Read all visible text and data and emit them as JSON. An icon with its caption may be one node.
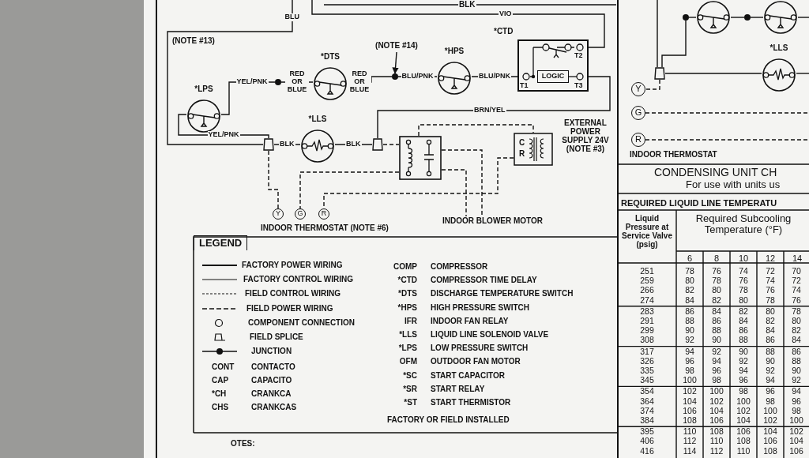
{
  "diagram": {
    "nodes": [
      {
        "text": [
          "*LPS"
        ]
      },
      {
        "text": [],
        "shape": "circle"
      },
      {
        "text": [
          "*DTS"
        ]
      },
      {
        "text": [
          "(NOTE #14)"
        ]
      },
      {
        "text": [],
        "shape": "circle"
      },
      {
        "text": [
          "*HPS"
        ]
      },
      {
        "text": [
          "*CTD"
        ]
      },
      {
        "text": [
          "LOGIC"
        ],
        "in": 6
      },
      {
        "text": [],
        "shape": "trapezoid"
      },
      {
        "text": [
          "*LLS"
        ]
      },
      {
        "text": [],
        "shape": "trapezoid"
      },
      {
        "text": [],
        "shape": "box"
      },
      {
        "text": [
          "C",
          "R"
        ],
        "beside": [
          "EXTERNAL POWER SUPPLY 24V (NOTE #3)"
        ]
      },
      {
        "text": [
          "Y"
        ]
      },
      {
        "text": [
          "G"
        ]
      },
      {
        "text": [
          "R"
        ]
      },
      {
        "text": [
          "INDOOR BLOWER MOTOR"
        ]
      },
      {
        "text": [],
        "shape": "circle"
      },
      {
        "text": [],
        "shape": "circle"
      },
      {
        "text": [],
        "shape": "circle"
      },
      {
        "text": [],
        "shape": "circle"
      },
      {
        "text": [
          "*LLS"
        ]
      },
      {
        "text": [],
        "shape": "trapezoid"
      },
      {
        "text": [
          "Y"
        ]
      },
      {
        "text": [
          "G"
        ]
      },
      {
        "text": [
          "R"
        ]
      }
    ],
    "edges": [
      {
        "from": 0,
        "to": 1,
        "arrow": "none",
        "label": "YEL/PNK"
      },
      {
        "from": 1,
        "to": 2,
        "arrow": "none",
        "label": "RED OR BLUE"
      },
      {
        "from": 2,
        "to": 4,
        "arrow": "none",
        "label": "RED OR BLUE"
      },
      {
        "from": 4,
        "to": 5,
        "arrow": "none",
        "label": "BLU/PNK"
      },
      {
        "from": 5,
        "to": 6,
        "arrow": "none",
        "label": "BLU/PNK"
      },
      {
        "from": 3,
        "to": 4,
        "arrow": "to"
      },
      {
        "from": 6,
        "to": null,
        "arrow": "none",
        "label": "VIO"
      },
      {
        "from": 6,
        "to": 10,
        "arrow": "none",
        "label": "BRN/YEL"
      },
      {
        "from": 0,
        "to": 8,
        "arrow": "none",
        "label": "YEL/PNK"
      },
      {
        "from": null,
        "to": 8,
        "arrow": "none",
        "label": "BLU"
      },
      {
        "from": 8,
        "to": 9,
        "arrow": "none",
        "label": "BLK"
      },
      {
        "from": 9,
        "to": 10,
        "arrow": "none",
        "label": "BLK"
      },
      {
        "from": 8,
        "to": 13,
        "arrow": "none",
        "style": "dashed"
      },
      {
        "from": 10,
        "to": 11,
        "arrow": "none",
        "style": "dashed"
      },
      {
        "from": 11,
        "to": 14,
        "arrow": "none",
        "style": "dashed"
      },
      {
        "from": 12,
        "to": 15,
        "arrow": "none",
        "style": "dashed"
      },
      {
        "from": 11,
        "to": 12,
        "arrow": "none",
        "style": "dashed"
      },
      {
        "from": 11,
        "to": 16,
        "arrow": "none",
        "style": "dashed"
      },
      {
        "from": 11,
        "to": 16,
        "arrow": "none",
        "style": "dashed"
      },
      {
        "from": null,
        "to": 22,
        "arrow": "none"
      },
      {
        "from": 17,
        "to": 22,
        "arrow": "none"
      },
      {
        "from": 17,
        "to": 18,
        "arrow": "none"
      },
      {
        "from": 18,
        "to": 19,
        "arrow": "none"
      },
      {
        "from": 19,
        "to": 20,
        "arrow": "none"
      },
      {
        "from": 20,
        "to": null,
        "arrow": "none"
      },
      {
        "from": 22,
        "to": 21,
        "arrow": "none"
      },
      {
        "from": 21,
        "to": null,
        "arrow": "none"
      },
      {
        "from": 22,
        "to": 23,
        "arrow": "none",
        "style": "dashed"
      },
      {
        "from": 24,
        "to": null,
        "arrow": "none",
        "style": "dashed"
      },
      {
        "from": 25,
        "to": null,
        "arrow": "none",
        "style": "dashed"
      }
    ],
    "labels": [
      "BLK",
      "T2",
      "T1",
      "T3",
      "(NOTE #13)",
      "INDOOR THERMOSTAT (NOTE #6)",
      "INDOOR THERMOSTAT",
      "CONDENSING UNIT CH",
      "For use with units us",
      "LEGEND",
      "CONT",
      "CONTACTO",
      "CAP",
      "CAPACITO",
      "*CH",
      "CRANKCA",
      "CHS",
      "CRANKCAS",
      "COMP",
      "COMPRESSOR",
      "*CTD",
      "COMPRESSOR TIME DELAY",
      "*DTS",
      "DISCHARGE TEMPERATURE SWITCH",
      "*HPS",
      "HIGH PRESSURE SWITCH",
      "IFR",
      "INDOOR FAN RELAY",
      "*LLS",
      "LIQUID LINE SOLENOID VALVE",
      "*LPS",
      "LOW PRESSURE SWITCH",
      "OFM",
      "OUTDOOR FAN MOTOR",
      "*SC",
      "START CAPACITOR",
      "*SR",
      "START RELAY",
      "*ST",
      "START THERMISTOR",
      "FACTORY OR FIELD INSTALLED",
      "OTES:",
      "REQUIRED LIQUID LINE TEMPERATU",
      "Liquid Pressure at Service Valve (psig)",
      "Required Subcooling Temperature (°F)",
      "6",
      "8",
      "10",
      "12",
      "14",
      "251",
      "78",
      "76",
      "74",
      "72",
      "70",
      "259",
      "80",
      "78",
      "76",
      "74",
      "72",
      "266",
      "82",
      "80",
      "78",
      "76",
      "74",
      "274",
      "84",
      "82",
      "80",
      "78",
      "76",
      "283",
      "86",
      "84",
      "82",
      "80",
      "78",
      "291",
      "88",
      "86",
      "84",
      "82",
      "80",
      "299",
      "90",
      "88",
      "86",
      "84",
      "82",
      "308",
      "92",
      "90",
      "88",
      "86",
      "84",
      "317",
      "94",
      "92",
      "90",
      "88",
      "86",
      "326",
      "96",
      "94",
      "92",
      "90",
      "88",
      "335",
      "98",
      "96",
      "94",
      "92",
      "90",
      "345",
      "100",
      "98",
      "96",
      "94",
      "92",
      "354",
      "102",
      "100",
      "98",
      "96",
      "94",
      "364",
      "104",
      "102",
      "100",
      "98",
      "96",
      "374",
      "106",
      "104",
      "102",
      "100",
      "98",
      "384",
      "108",
      "106",
      "104",
      "102",
      "100",
      "395",
      "110",
      "108",
      "106",
      "104",
      "102",
      "406",
      "112",
      "110",
      "108",
      "106",
      "104",
      "416",
      "114",
      "112",
      "110",
      "108",
      "106"
    ],
    "legend": [
      {
        "text": "FACTORY POWER WIRING"
      },
      {
        "text": "FACTORY CONTROL WIRING"
      },
      {
        "text": "FIELD CONTROL WIRING"
      },
      {
        "text": "FIELD POWER WIRING"
      },
      {
        "text": "COMPONENT CONNECTION"
      },
      {
        "text": "FIELD SPLICE"
      },
      {
        "text": "JUNCTION"
      }
    ]
  }
}
